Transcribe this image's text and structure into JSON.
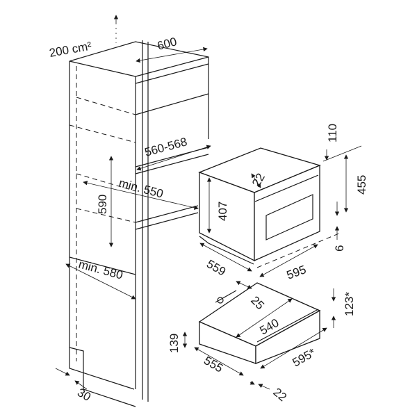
{
  "labels": {
    "ventilation": "200 cm²",
    "cabinet_width": "600",
    "niche_width": "560-568",
    "niche_height": "590",
    "min_depth_550": "min. 550",
    "min_depth_580": "min. 580",
    "oven_body_height": "407",
    "front_overlap_top": "22",
    "top_offset": "110",
    "oven_height": "455",
    "bottom_gap": "6",
    "oven_depth": "559",
    "oven_width": "595",
    "drawer_gap": "25",
    "drawer_inner_width": "540",
    "drawer_height": "123*",
    "drawer_body_height": "139",
    "drawer_depth": "555",
    "drawer_width": "595*",
    "front_thickness": "22",
    "plinth_offset": "30"
  },
  "colors": {
    "line": "#1a1a1a",
    "background": "#ffffff"
  }
}
